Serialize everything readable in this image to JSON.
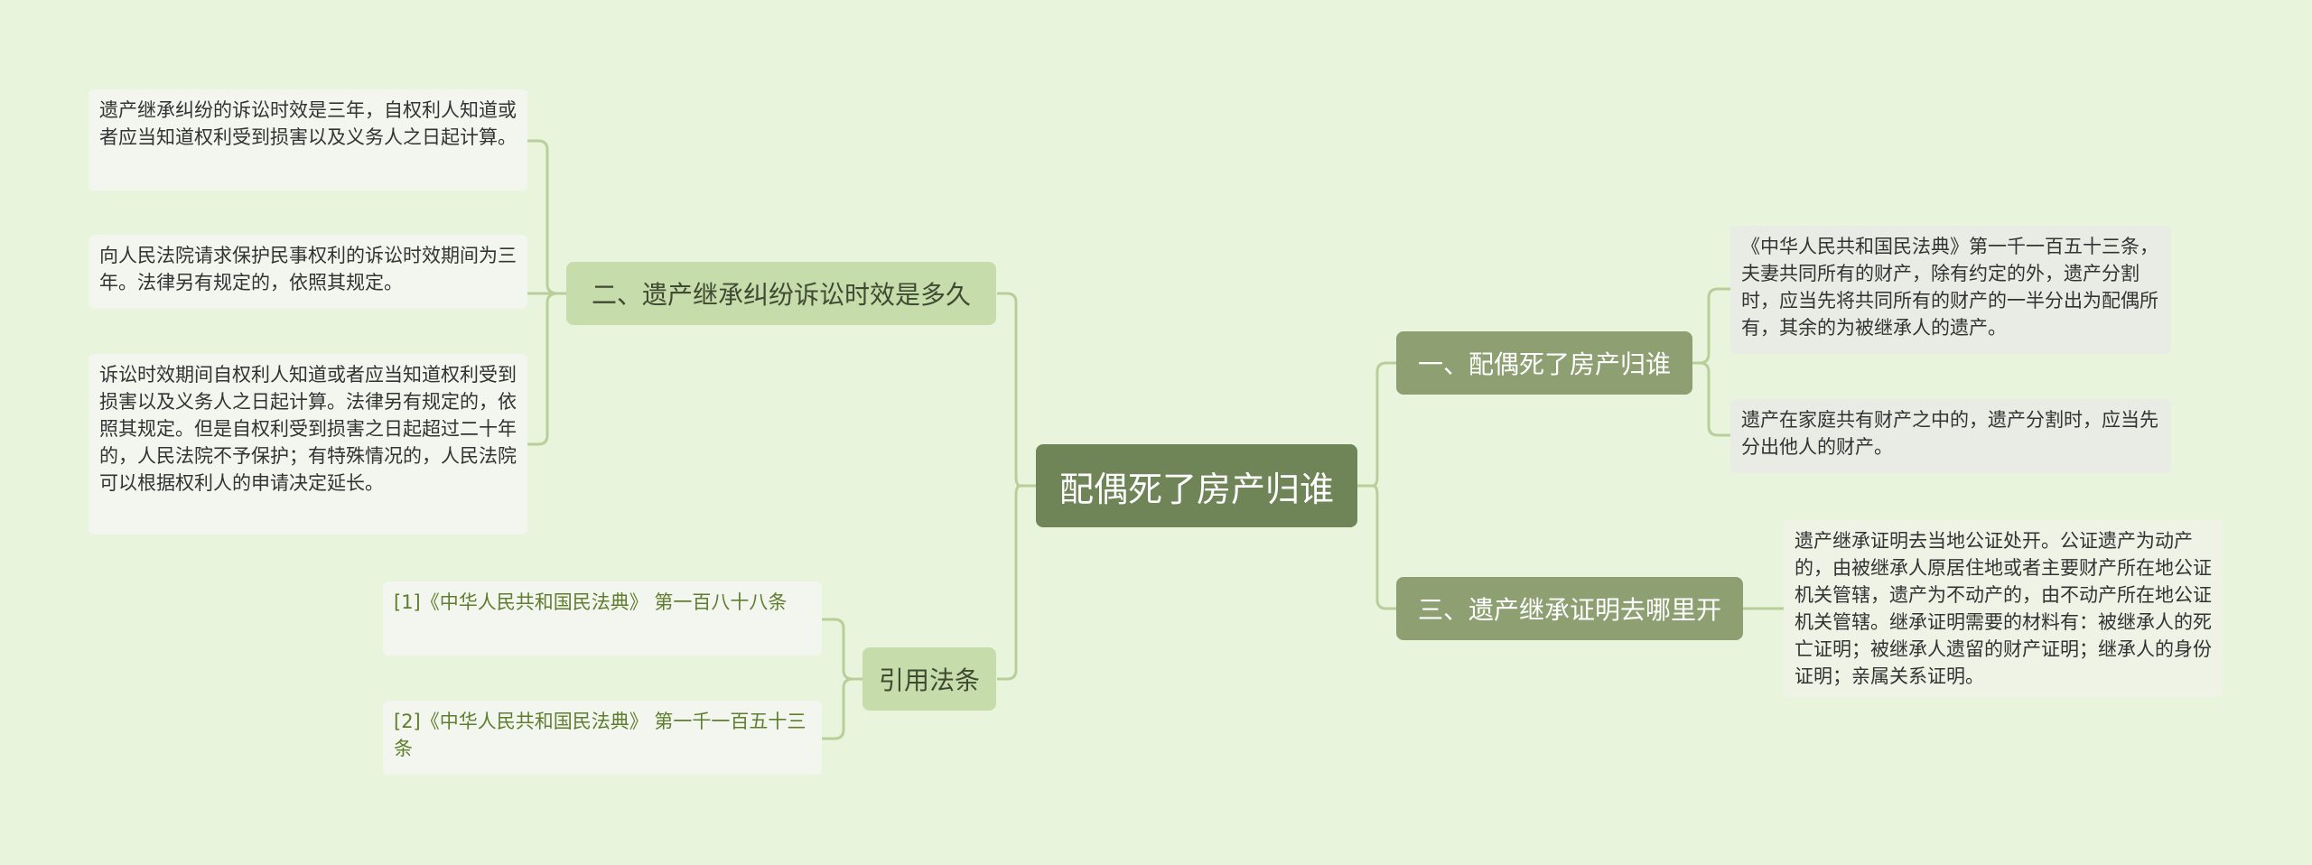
{
  "colors": {
    "background": "#e8f4dc",
    "root": "#6f8457",
    "branch_dark": "#8e9f72",
    "branch_light": "#c6dcaa",
    "line": "#b9cf9a"
  },
  "root": {
    "label": "配偶死了房产归谁"
  },
  "right": [
    {
      "label": "一、配偶死了房产归谁",
      "children": [
        "《中华人民共和国民法典》第一千一百五十三条，夫妻共同所有的财产，除有约定的外，遗产分割时，应当先将共同所有的财产的一半分出为配偶所有，其余的为被继承人的遗产。",
        "遗产在家庭共有财产之中的，遗产分割时，应当先分出他人的财产。"
      ]
    },
    {
      "label": "三、遗产继承证明去哪里开",
      "children": [
        "遗产继承证明去当地公证处开。公证遗产为动产的，由被继承人原居住地或者主要财产所在地公证机关管辖，遗产为不动产的，由不动产所在地公证机关管辖。继承证明需要的材料有：被继承人的死亡证明；被继承人遗留的财产证明；继承人的身份证明；亲属关系证明。"
      ]
    }
  ],
  "left": [
    {
      "label": "二、遗产继承纠纷诉讼时效是多久",
      "children": [
        "遗产继承纠纷的诉讼时效是三年，自权利人知道或者应当知道权利受到损害以及义务人之日起计算。",
        "向人民法院请求保护民事权利的诉讼时效期间为三年。法律另有规定的，依照其规定。",
        "诉讼时效期间自权利人知道或者应当知道权利受到损害以及义务人之日起计算。法律另有规定的，依照其规定。但是自权利受到损害之日起超过二十年的，人民法院不予保护；有特殊情况的，人民法院可以根据权利人的申请决定延长。"
      ]
    },
    {
      "label": "引用法条",
      "children": [
        "[1]《中华人民共和国民法典》 第一百八十八条",
        "[2]《中华人民共和国民法典》 第一千一百五十三条"
      ]
    }
  ]
}
